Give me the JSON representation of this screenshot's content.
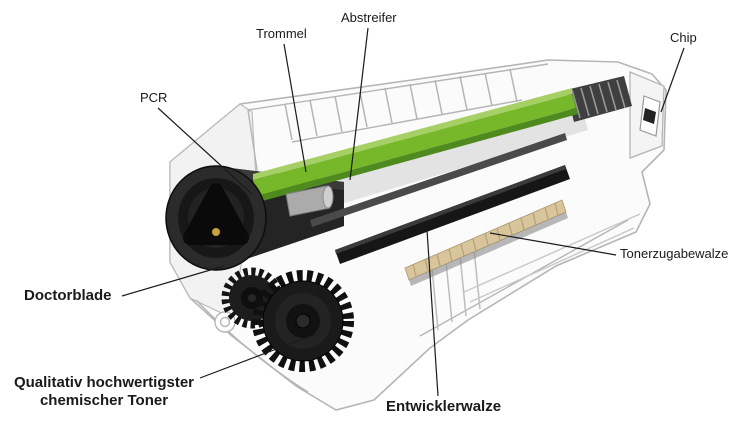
{
  "diagram": {
    "name": "Toner cartridge cutaway diagram",
    "labels": {
      "trommel": "Trommel",
      "abstreifer": "Abstreifer",
      "chip": "Chip",
      "pcr": "PCR",
      "tonerzugabewalze": "Tonerzugabewalze",
      "doctorblade": "Doctorblade",
      "toner_line1": "Qualitativ hochwertigster",
      "toner_line2": "chemischer Toner",
      "entwicklerwalze": "Entwicklerwalze"
    },
    "colors": {
      "drum_green": "#76b82a",
      "drum_green_light": "#a6d066",
      "drum_green_dark": "#4e8a1e",
      "toner_tan": "#d8c59c",
      "part_black": "#161616",
      "housing_line": "#b5b5b5",
      "label_text": "#1a1a1a"
    }
  }
}
